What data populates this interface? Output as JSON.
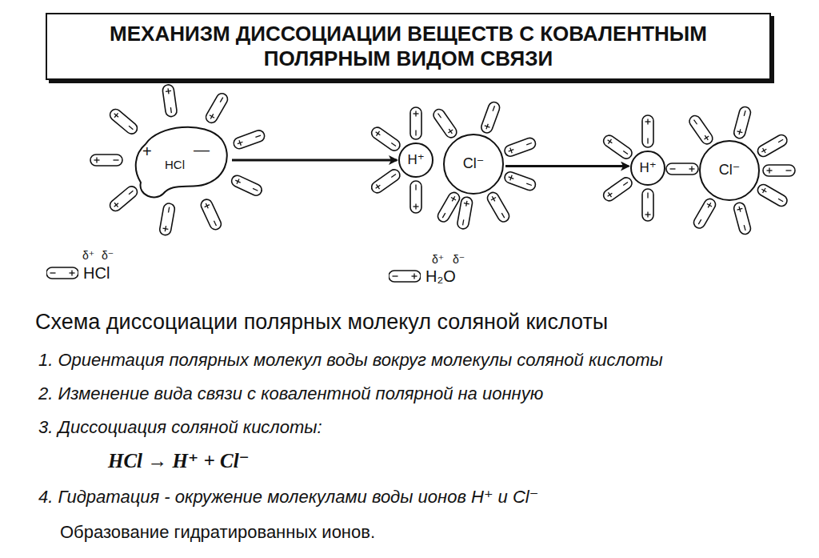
{
  "diagram": {
    "title": "МЕХАНИЗМ ДИССОЦИАЦИИ ВЕЩЕСТВ С КОВАЛЕНТНЫМ ПОЛЯРНЫМ ВИДОМ СВЯЗИ",
    "caption": "Схема диссоциации полярных молекул соляной кислоты",
    "nodes": [
      {
        "text": [
          "+",
          "HCl",
          "—"
        ]
      },
      {
        "text": [
          "H⁺"
        ]
      },
      {
        "text": [
          "Cl⁻"
        ]
      },
      {
        "text": [
          "H⁺"
        ]
      },
      {
        "text": [
          "Cl⁻"
        ]
      }
    ],
    "edges": [
      {
        "from": 0,
        "to": 1,
        "arrow": "to"
      },
      {
        "from": 2,
        "to": 3,
        "arrow": "to"
      }
    ],
    "labels": [
      "δ⁺",
      "δ⁻",
      "δ⁺",
      "δ⁻",
      "1. Ориентация полярных молекул воды вокруг молекулы соляной кислоты",
      "2. Изменение вида связи с ковалентной полярной на ионную",
      "3. Диссоциация соляной кислоты:",
      "HCl → H⁺ + Cl⁻",
      "4. Гидратация - окружение молекулами воды ионов H⁺ и Cl⁻",
      "Образование гидратированных ионов."
    ],
    "legend": [
      {
        "text": "HCl"
      },
      {
        "text": "H₂O"
      }
    ]
  }
}
